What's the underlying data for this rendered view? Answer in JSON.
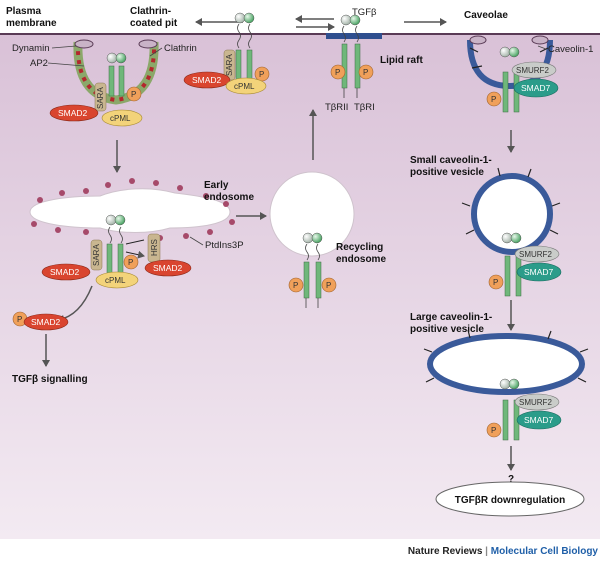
{
  "labels": {
    "plasma_membrane": [
      "Plasma",
      "membrane"
    ],
    "clathrin_pit": [
      "Clathrin-",
      "coated pit"
    ],
    "tgfb": "TGFβ",
    "caveolae": "Caveolae",
    "dynamin": "Dynamin",
    "clathrin": "Clathrin",
    "ap2": "AP2",
    "caveolin1": "Caveolin-1",
    "lipid_raft": "Lipid raft",
    "tbrii": "TβRII",
    "tbri": "TβRI",
    "early_endosome": [
      "Early",
      "endosome"
    ],
    "ptdins3p": "PtdIns3P",
    "recycling_endosome": [
      "Recycling",
      "endosome"
    ],
    "small_vesicle": [
      "Small caveolin-1-",
      "positive vesicle"
    ],
    "large_vesicle": [
      "Large caveolin-1-",
      "positive vesicle"
    ],
    "tgfb_signalling": "TGFβ signalling",
    "question": "?",
    "downregulation": "TGFβR downregulation",
    "footer_left": "Nature Reviews",
    "footer_sep": " | ",
    "footer_right": "Molecular Cell Biology"
  },
  "molecules": {
    "smad2": "SMAD2",
    "cpml": "cPML",
    "sara": "SARA",
    "hrs": "HRS",
    "smurf2": "SMURF2",
    "smad7": "SMAD7",
    "p": "P"
  },
  "colors": {
    "cytoplasm": "#e6d3e4",
    "membrane_line": "#5a3b56",
    "smad2": "#d9452f",
    "smad7": "#2b9c8a",
    "smurf2": "#c9ccc9",
    "cpml": "#f3d37a",
    "phospho": "#f0a05a",
    "receptor_green": "#6fb77a",
    "sara": "#c9b690",
    "caveolar_vesicle": "#3a5a9a",
    "lipid_raft": "#2f4f8f",
    "ptdins3p": "#a64a6a",
    "clathrin_red": "#b3272d",
    "arrow": "#555555"
  }
}
